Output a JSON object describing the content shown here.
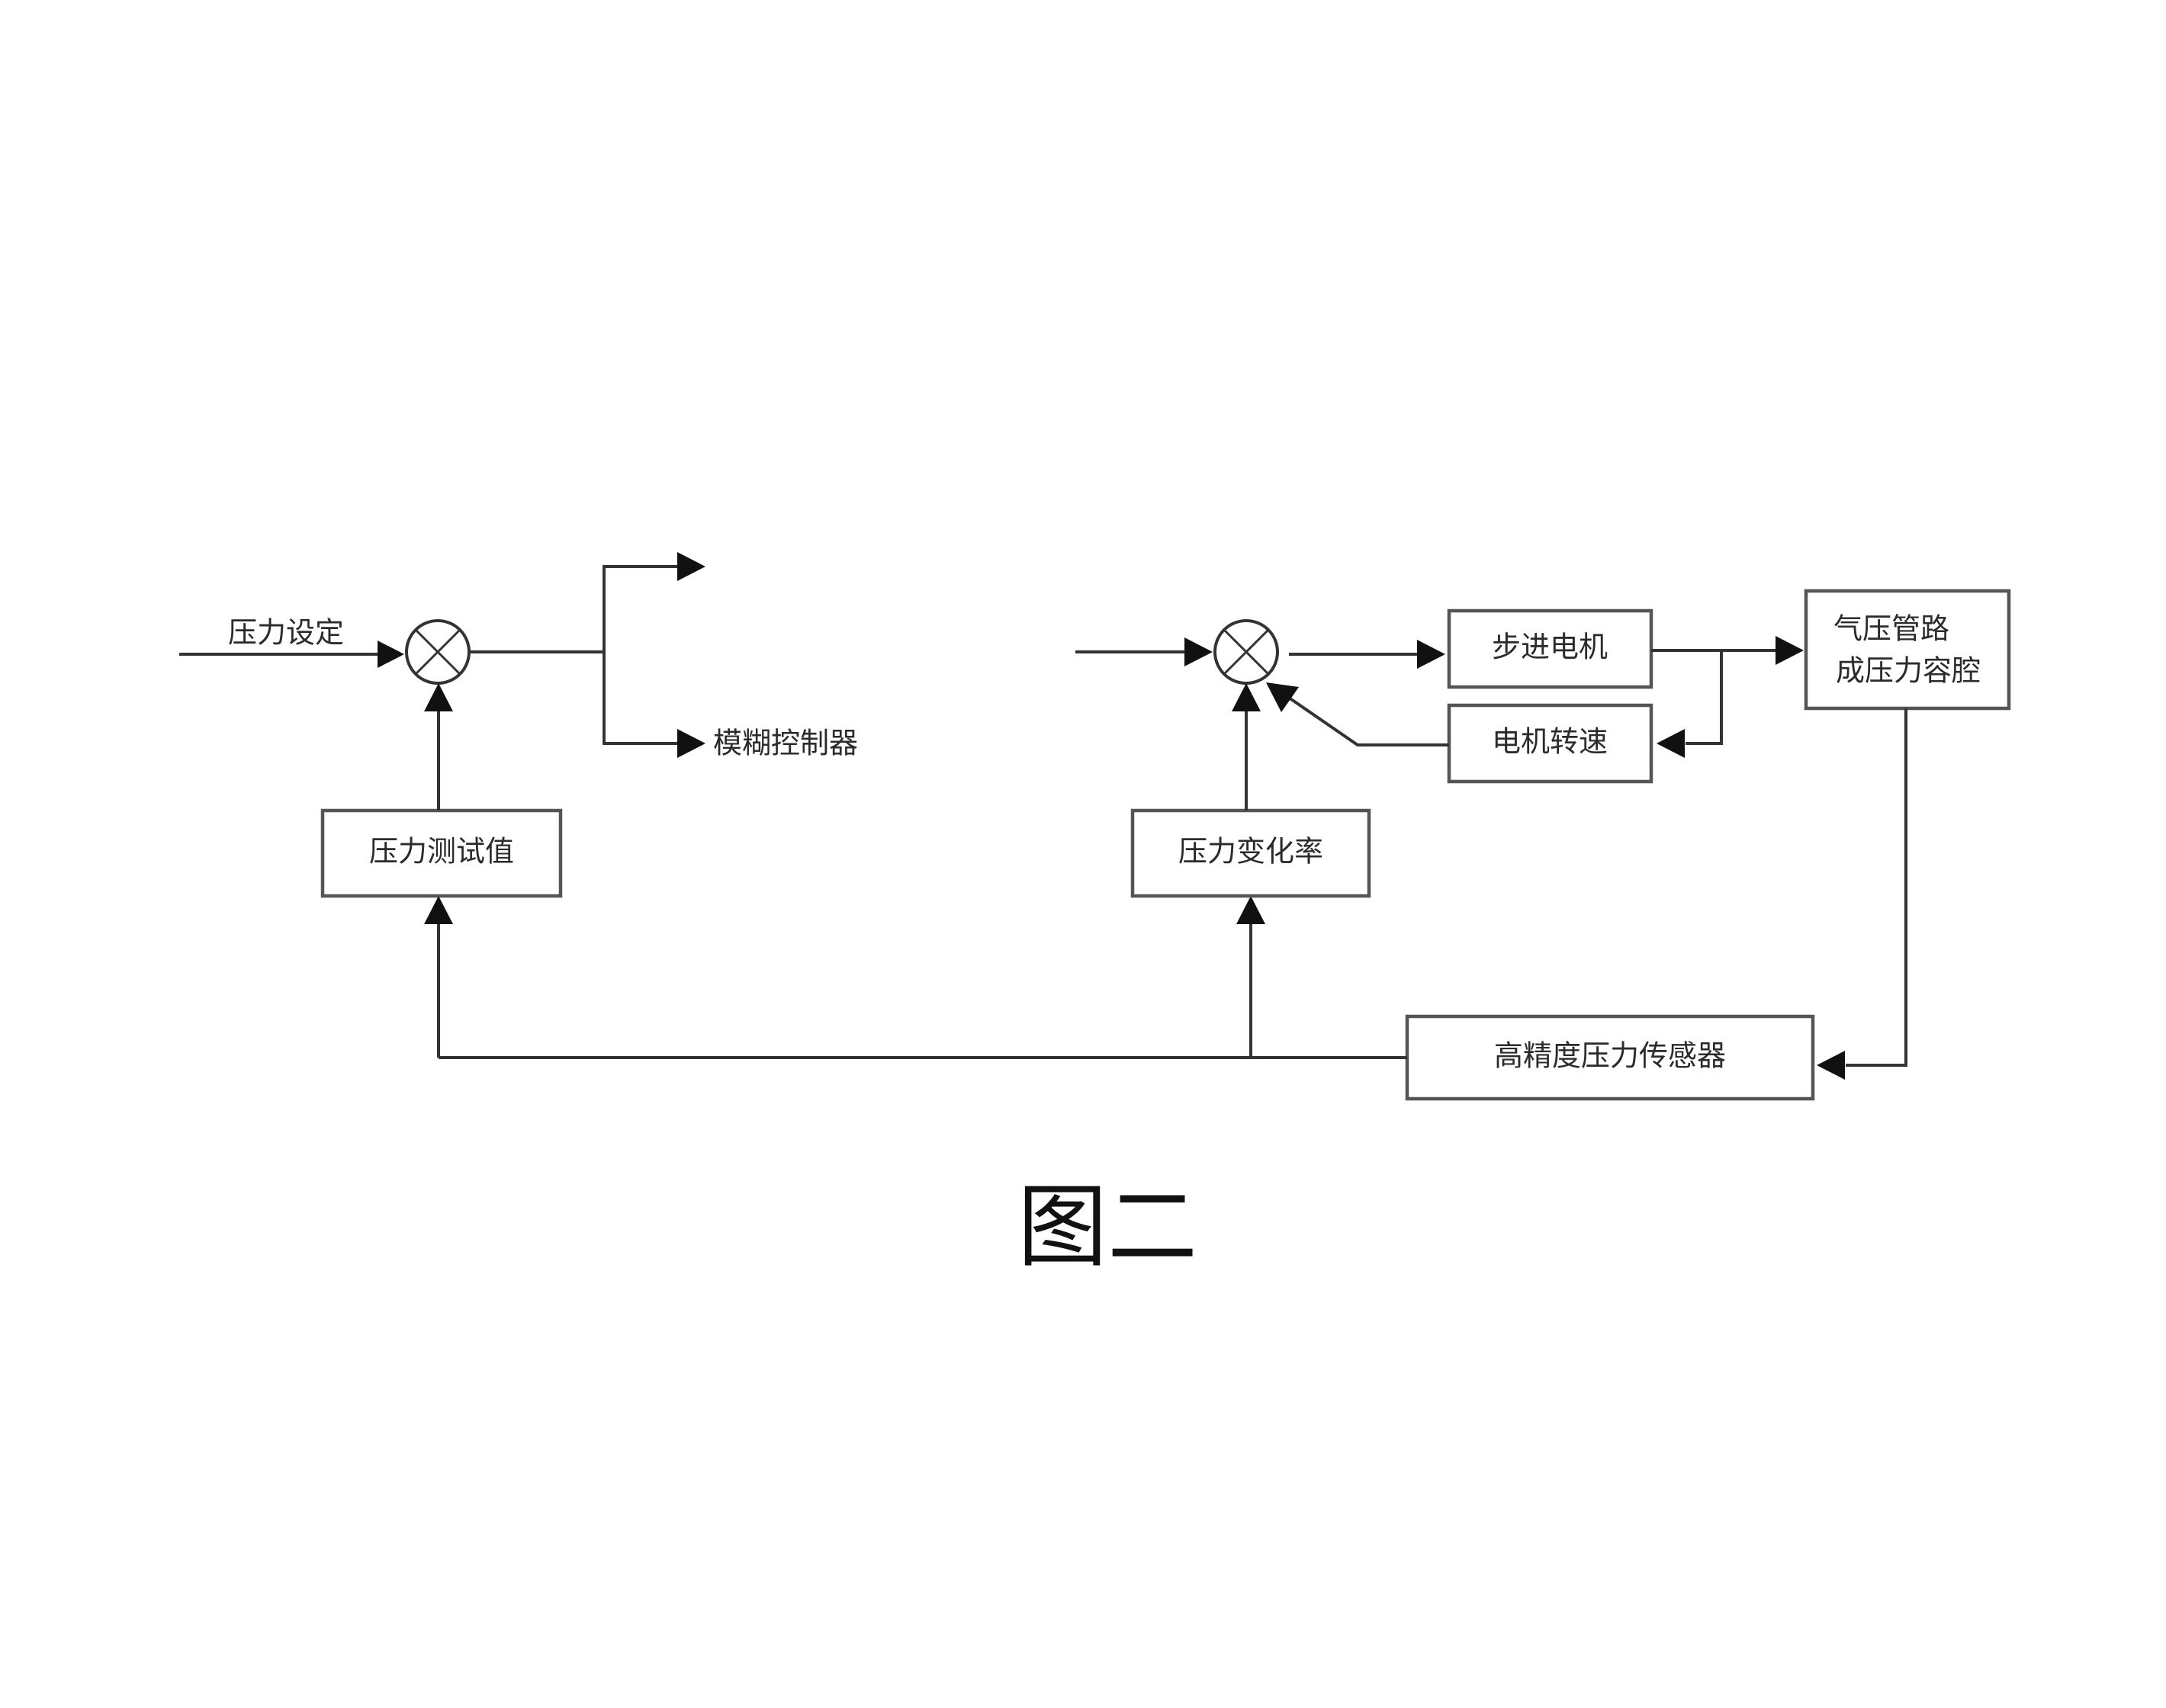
{
  "diagram": {
    "labels": {
      "pressure_setpoint": "压力设定",
      "fuzzy_controller": "模糊控制器",
      "stepper_motor": "步进电机",
      "motor_speed": "电机转速",
      "chamber_line1": "气压管路",
      "chamber_line2": "成压力容腔",
      "pressure_test_value": "压力测试值",
      "pressure_change_rate": "压力变化率",
      "sensor": "高精度压力传感器"
    },
    "caption": "图二"
  },
  "colors": {
    "line": "#333333",
    "box_border": "#555555",
    "text": "#2b2b2b",
    "background": "#ffffff"
  }
}
